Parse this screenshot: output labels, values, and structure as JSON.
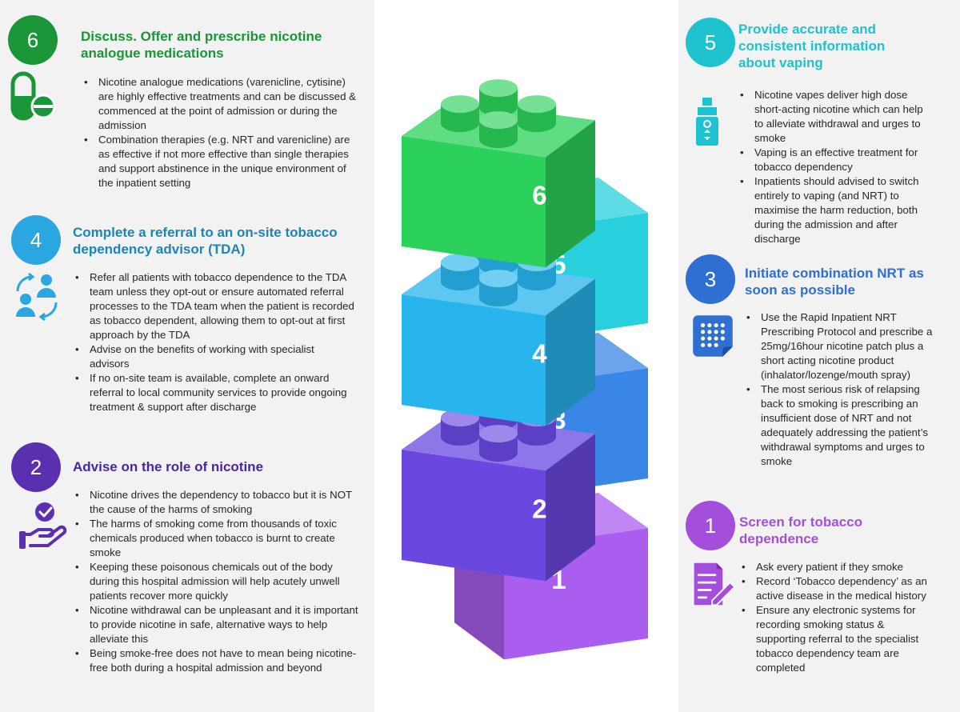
{
  "colors": {
    "step6": "#1a9639",
    "step4": "#2aa7e0",
    "step2": "#5a2fb0",
    "step5": "#1ec3cf",
    "step3": "#2f6fd1",
    "step1": "#a44fdc"
  },
  "steps": [
    {
      "number": "6",
      "title": "Discuss. Offer and prescribe nicotine analogue medications",
      "icon": "pill-capsule-icon",
      "bullets": [
        "Nicotine analogue medications (varenicline, cytisine) are highly effective treatments and can be discussed & commenced at the point of admission or during the admission",
        "Combination therapies (e.g. NRT and varenicline) are as effective if not more effective than single therapies and support abstinence in the unique environment of the inpatient setting"
      ]
    },
    {
      "number": "4",
      "title": "Complete a referral to an on-site tobacco dependency advisor (TDA)",
      "icon": "people-referral-icon",
      "bullets": [
        "Refer all patients with tobacco dependence to the TDA team unless they opt-out or ensure automated referral processes to the TDA team when the patient is recorded as tobacco dependent, allowing them to opt-out at first approach by the TDA",
        "Advise on the benefits of working with specialist advisors",
        "If no on-site team is available, complete an onward referral to local community services to provide ongoing treatment & support after discharge"
      ]
    },
    {
      "number": "2",
      "title": "Advise on the role of nicotine",
      "icon": "hand-check-icon",
      "bullets": [
        "Nicotine drives the dependency to tobacco but it is NOT the cause of the harms of smoking",
        "The harms of smoking come from thousands of toxic chemicals produced when tobacco is burnt to create smoke",
        "Keeping these poisonous chemicals out of the body during this hospital admission will help acutely unwell patients recover more quickly",
        "Nicotine withdrawal can be unpleasant and it is important to provide nicotine in safe, alternative ways to help alleviate this",
        "Being smoke-free does not have to mean being nicotine-free both during a hospital admission and beyond"
      ]
    },
    {
      "number": "5",
      "title": "Provide accurate and consistent information about vaping",
      "icon": "vape-device-icon",
      "bullets": [
        "Nicotine vapes deliver high dose short-acting nicotine which can help to alleviate withdrawal and urges to smoke",
        "Vaping is an effective treatment for tobacco dependency",
        "Inpatients should advised to switch entirely to vaping (and NRT) to maximise the harm reduction, both during the admission and after discharge"
      ]
    },
    {
      "number": "3",
      "title": "Initiate combination NRT as soon as possible",
      "icon": "nicotine-patch-icon",
      "bullets": [
        "Use the Rapid Inpatient NRT Prescribing Protocol and prescribe a 25mg/16hour nicotine patch plus a short acting nicotine product (inhalator/lozenge/mouth spray)",
        "The most serious risk of relapsing back to smoking is prescribing an insufficient dose of NRT and not adequately addressing the patient’s withdrawal symptoms and urges to smoke"
      ]
    },
    {
      "number": "1",
      "title": "Screen for tobacco dependence",
      "icon": "clipboard-pen-icon",
      "bullets": [
        "Ask every patient if they smoke",
        "Record ‘Tobacco dependency’ as an active disease in the medical history",
        "Ensure any electronic systems for recording smoking status & supporting referral to the specialist tobacco dependency team are completed"
      ]
    }
  ],
  "tower": {
    "blocks": [
      {
        "number": "6",
        "color": "#2bd15a"
      },
      {
        "number": "5",
        "color": "#27d0dc"
      },
      {
        "number": "4",
        "color": "#28b4ec"
      },
      {
        "number": "3",
        "color": "#3a86e6"
      },
      {
        "number": "2",
        "color": "#6a48e0"
      },
      {
        "number": "1",
        "color": "#a95ef0"
      }
    ]
  }
}
